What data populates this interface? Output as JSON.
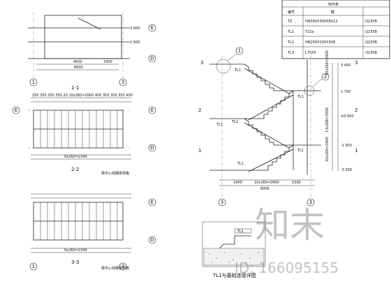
{
  "drawing": {
    "section_labels": [
      "1-1",
      "2-2",
      "3-3"
    ],
    "elevation_label": "TL1与基础连接详图",
    "plan_note": "梁中心线钢梁规格",
    "axes": {
      "left_a": "1",
      "left_b": "3",
      "right_d": "D",
      "right_e": "E",
      "main_left": "3",
      "main_right": "3",
      "mid": "2"
    },
    "dims": {
      "sec1_total": "8000",
      "sec1_a": "4000",
      "sec1_b": "1900",
      "plan_top": "250 350 350 350 20 10x260=2600 400 350 350 350 450",
      "plan_bottom": "9x260=2340",
      "main_a": "1900",
      "main_b": "10x260=2600",
      "main_c": "1500",
      "main_total": "6000",
      "main_side": [
        "3.450",
        "1.700",
        "±0.000",
        "-1.650",
        "-3.550"
      ],
      "steps": [
        "10x260=2600",
        "13x268=3500",
        "10x260=2600"
      ]
    },
    "elev_marks": [
      "TL1",
      "TL1",
      "TL1",
      "TL1",
      "TL1",
      "TL1"
    ]
  },
  "table": {
    "title": "构件表",
    "headers": [
      "编号",
      "截",
      ""
    ],
    "rows": [
      [
        "TZ",
        "HN300X300X8X12",
        "Q235B"
      ],
      [
        "TL1",
        "T22a",
        "Q235B"
      ],
      [
        "TL2",
        "HN200X100X5X8",
        "Q235B"
      ],
      [
        "TL3",
        "L75X5",
        "Q235B"
      ]
    ]
  },
  "watermark": {
    "chars": "知末",
    "id": "ID: 166095155"
  }
}
